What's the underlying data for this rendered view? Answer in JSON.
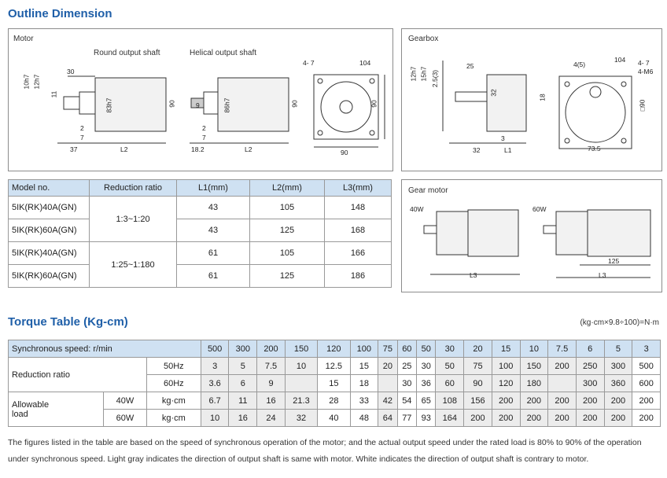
{
  "outline": {
    "title": "Outline Dimension",
    "motor_label": "Motor",
    "round_shaft_label": "Round output shaft",
    "helical_shaft_label": "Helical output shaft",
    "gearbox_label": "Gearbox",
    "gear_motor_label": "Gear motor",
    "gm_40w": "40W",
    "gm_60w": "60W",
    "gm_125": "125",
    "gm_l3a": "L3",
    "gm_l3b": "L3",
    "dims": {
      "m_10h7": "10h7",
      "m_12h7": "12h7",
      "m_11": "11",
      "m_30": "30",
      "m_83h7": "83h7",
      "m_90a": "90",
      "m_2a": "2",
      "m_7a": "7",
      "m_37": "37",
      "m_l2a": "L2",
      "h_9": "9",
      "h_86h7": "86h7",
      "h_90": "90",
      "h_2": "2",
      "h_7": "7",
      "h_182": "18.2",
      "h_l2": "L2",
      "f_47": "4- 7",
      "f_104": "104",
      "f_90a": "90",
      "f_90b": "90",
      "g_12h7": "12h7",
      "g_15h7": "15h7",
      "g_25a": "2.5(3)",
      "g_25": "25",
      "g_32a": "32",
      "g_3": "3",
      "g_32b": "32",
      "g_l1": "L1",
      "gf_45": "4(5)",
      "gf_104": "104",
      "gf_47": "4- 7",
      "gf_4m6": "4-M6",
      "gf_18": "18",
      "gf_90": "□90",
      "gf_735": "73.5"
    }
  },
  "model_table": {
    "headers": [
      "Model no.",
      "Reduction ratio",
      "L1(mm)",
      "L2(mm)",
      "L3(mm)"
    ],
    "ratio_a": "1:3~1:20",
    "ratio_b": "1:25~1:180",
    "rows": [
      {
        "model": "5IK(RK)40A(GN)",
        "l1": "43",
        "l2": "105",
        "l3": "148"
      },
      {
        "model": "5IK(RK)60A(GN)",
        "l1": "43",
        "l2": "125",
        "l3": "168"
      },
      {
        "model": "5IK(RK)40A(GN)",
        "l1": "61",
        "l2": "105",
        "l3": "166"
      },
      {
        "model": "5IK(RK)60A(GN)",
        "l1": "61",
        "l2": "125",
        "l3": "186"
      }
    ]
  },
  "torque": {
    "title": "Torque Table (Kg-cm)",
    "units_note": "(kg·cm×9.8÷100)=N·m",
    "speed_label": "Synchronous speed: r/min",
    "speeds": [
      "500",
      "300",
      "200",
      "150",
      "120",
      "100",
      "75",
      "60",
      "50",
      "30",
      "20",
      "15",
      "10",
      "7.5",
      "6",
      "5",
      "3"
    ],
    "ratio_label": "Reduction ratio",
    "hz50_label": "50Hz",
    "hz60_label": "60Hz",
    "r50": [
      "3",
      "5",
      "7.5",
      "10",
      "12.5",
      "15",
      "20",
      "25",
      "30",
      "50",
      "75",
      "100",
      "150",
      "200",
      "250",
      "300",
      "500"
    ],
    "r60": [
      "3.6",
      "6",
      "9",
      "",
      "15",
      "18",
      "",
      "30",
      "36",
      "60",
      "90",
      "120",
      "180",
      "",
      "300",
      "360",
      "600"
    ],
    "allow_label_1": "Allowable",
    "allow_label_2": "load",
    "w40_label": "40W",
    "w60_label": "60W",
    "unit": "kg·cm",
    "w40": [
      "6.7",
      "11",
      "16",
      "21.3",
      "28",
      "33",
      "42",
      "54",
      "65",
      "108",
      "156",
      "200",
      "200",
      "200",
      "200",
      "200",
      "200"
    ],
    "w60": [
      "10",
      "16",
      "24",
      "32",
      "40",
      "48",
      "64",
      "77",
      "93",
      "164",
      "200",
      "200",
      "200",
      "200",
      "200",
      "200",
      "200"
    ],
    "gray_cols": [
      0,
      1,
      2,
      3,
      6,
      9,
      10,
      11,
      12,
      13,
      14,
      15
    ]
  },
  "notes": {
    "line1": "The figures listed in the table are based on the speed of synchronous operation of the motor; and the actual output speed under the rated load is 80% to 90% of the operation",
    "line2": "under synchronous speed. Light gray indicates the direction of output shaft is same with motor. White indicates the direction of output shaft is contrary to motor."
  }
}
